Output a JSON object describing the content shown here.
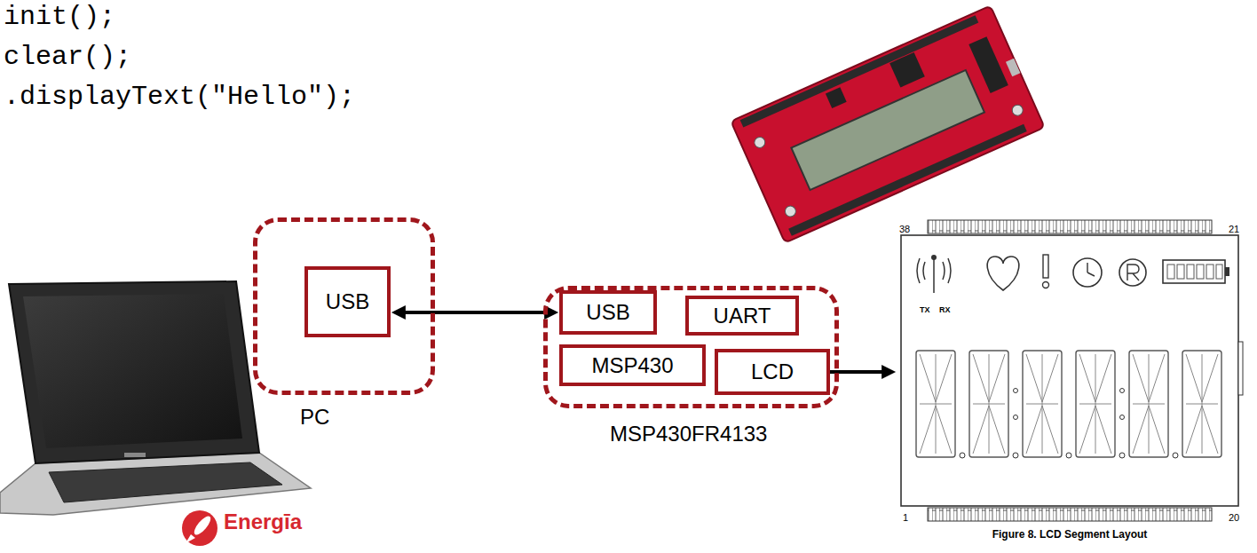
{
  "diagram": {
    "nodes": [
      {
        "text": [
          "PC"
        ]
      },
      {
        "text": [
          "USB"
        ],
        "in": 0
      },
      {
        "text": [
          "MSP430FR4133"
        ]
      },
      {
        "text": [
          "USB"
        ],
        "in": 2
      },
      {
        "text": [
          "UART"
        ],
        "in": 2
      },
      {
        "text": [
          "MSP430"
        ],
        "in": 2
      },
      {
        "text": [
          "LCD"
        ],
        "in": 2
      },
      {
        "text": [
          "Figure 8. LCD Segment Layout"
        ]
      }
    ],
    "edges": [
      {
        "from": 1,
        "to": 3,
        "arrow": "both"
      },
      {
        "from": 6,
        "to": 7,
        "arrow": "to"
      }
    ],
    "labels": [
      "init();",
      "clear();",
      ".displayText(\"Hello\");",
      "Energīa",
      "38",
      "21",
      "1",
      "20",
      "TX",
      "RX"
    ]
  }
}
